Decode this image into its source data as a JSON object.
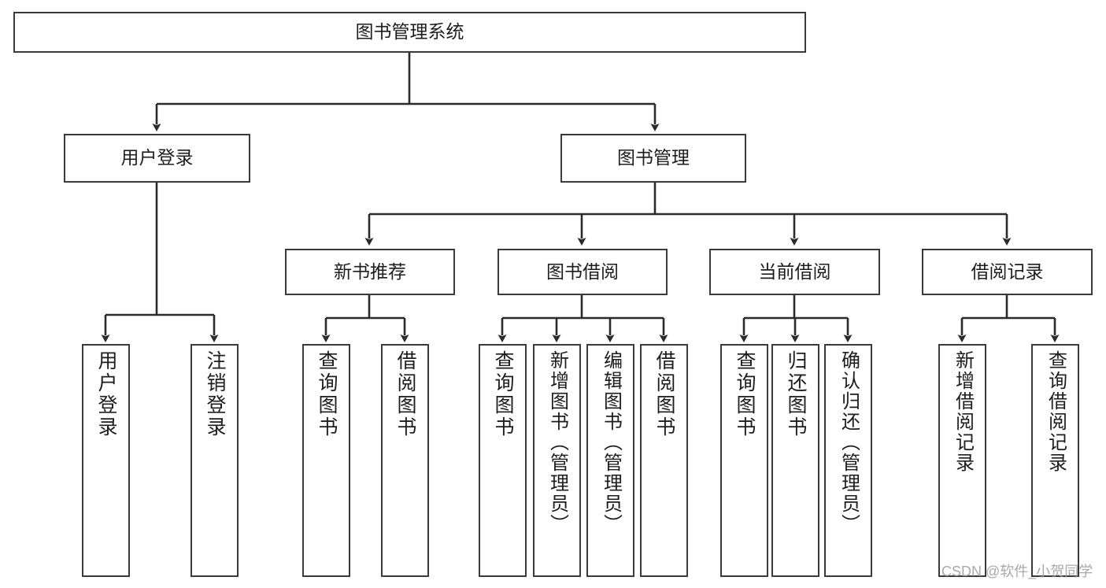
{
  "diagram": {
    "type": "hierarchy-tree",
    "title": "图书管理系统",
    "orientation": "top-down",
    "colors": {
      "box_border": "#3a3a3a",
      "box_fill": "#ffffff",
      "edge": "#2b2b2b",
      "text": "#1d1d1d",
      "watermark": "#9a9a9a"
    },
    "nodes": {
      "root": {
        "label": "图书管理系统"
      },
      "level2": [
        {
          "id": "user-login",
          "label": "用户登录"
        },
        {
          "id": "book-management",
          "label": "图书管理"
        }
      ],
      "level3": [
        {
          "id": "new-book-recommend",
          "label": "新书推荐"
        },
        {
          "id": "book-borrow",
          "label": "图书借阅"
        },
        {
          "id": "current-borrow",
          "label": "当前借阅"
        },
        {
          "id": "borrow-record",
          "label": "借阅记录"
        }
      ],
      "leaves": {
        "user-login": [
          {
            "id": "leaf-user-login",
            "label": "用户登录"
          },
          {
            "id": "leaf-logout-login",
            "label": "注销登录"
          }
        ],
        "new-book-recommend": [
          {
            "id": "leaf-query-book-1",
            "label": "查询图书"
          },
          {
            "id": "leaf-borrow-book-1",
            "label": "借阅图书"
          }
        ],
        "book-borrow": [
          {
            "id": "leaf-query-book-2",
            "label": "查询图书"
          },
          {
            "id": "leaf-add-book",
            "label": "新增图书（管理员）"
          },
          {
            "id": "leaf-edit-book",
            "label": "编辑图书（管理员）"
          },
          {
            "id": "leaf-borrow-book-2",
            "label": "借阅图书"
          }
        ],
        "current-borrow": [
          {
            "id": "leaf-query-book-3",
            "label": "查询图书"
          },
          {
            "id": "leaf-return-book",
            "label": "归还图书"
          },
          {
            "id": "leaf-confirm-return",
            "label": "确认归还（管理员）"
          }
        ],
        "borrow-record": [
          {
            "id": "leaf-add-record",
            "label": "新增借阅记录"
          },
          {
            "id": "leaf-query-record",
            "label": "查询借阅记录"
          }
        ]
      }
    },
    "watermark": "CSDN @软件_小贺同学"
  }
}
